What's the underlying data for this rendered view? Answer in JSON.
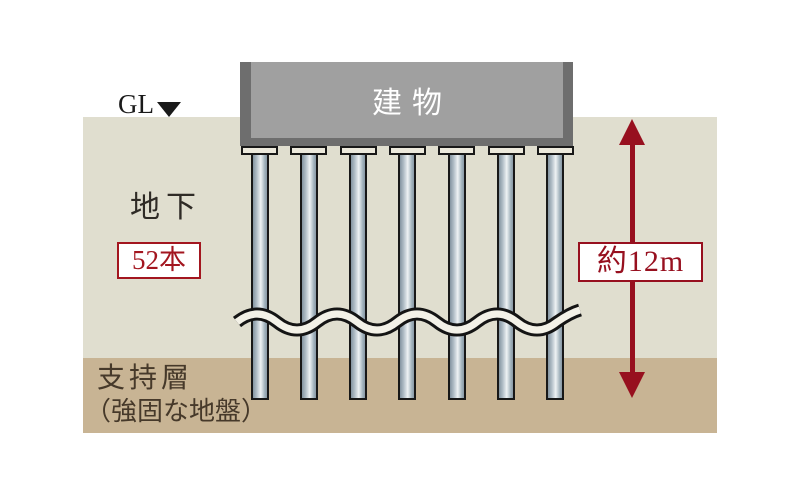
{
  "diagram": {
    "building_label": "建物",
    "gl_label": "GL",
    "underground_label": "地下",
    "pile_count_label": "52本",
    "depth_label": "約12m",
    "support_layer_line1": "支持層",
    "support_layer_line2": "（強固な地盤）",
    "piles_shown": 7,
    "colors": {
      "soil_upper": "#e0decf",
      "soil_lower": "#c8b494",
      "building_fill": "#a0a0a0",
      "building_border": "#6e6e6e",
      "accent_red": "#97101f",
      "count_red": "#a3161f",
      "pile_outline": "#181818",
      "pile_highlight": "#eef2f4",
      "pile_shadow": "#8494a1"
    }
  }
}
